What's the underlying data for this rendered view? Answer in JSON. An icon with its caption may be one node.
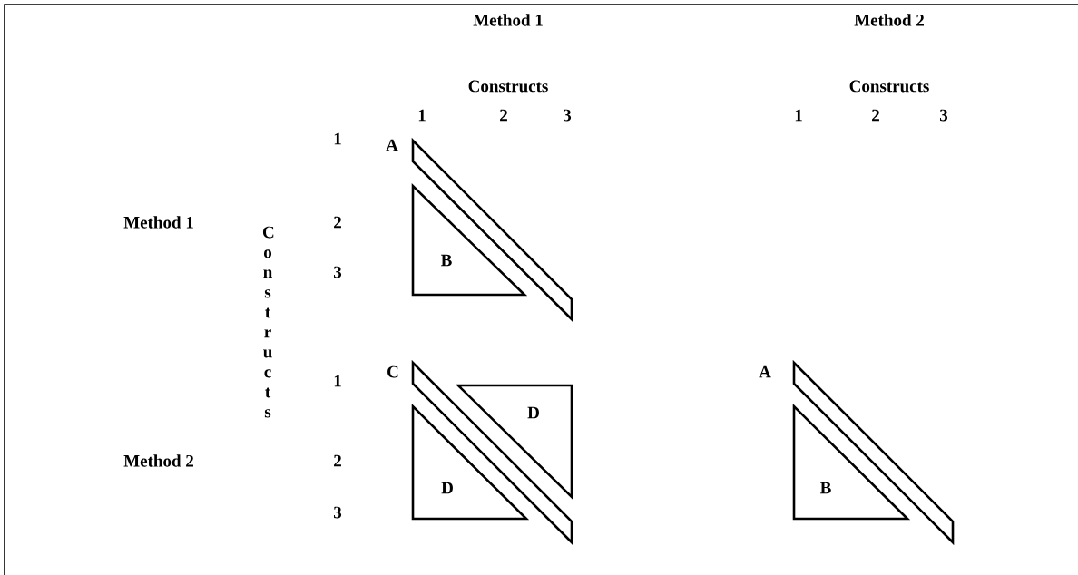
{
  "diagram": {
    "nodes": [
      {
        "text": [
          "A"
        ]
      },
      {
        "text": [
          "B"
        ]
      },
      {
        "text": [
          "C"
        ]
      },
      {
        "text": [
          "D"
        ]
      },
      {
        "text": [
          "D"
        ]
      },
      {
        "text": [
          "A"
        ]
      },
      {
        "text": [
          "B"
        ]
      }
    ],
    "labels": [
      "Method 1",
      "Method 2",
      "Constructs",
      "1",
      "2",
      "3",
      "Constructs",
      "1",
      "2",
      "3",
      "1",
      "Method 1",
      "Constructs",
      "2",
      "3",
      "1",
      "Method 2",
      "2",
      "3"
    ]
  }
}
